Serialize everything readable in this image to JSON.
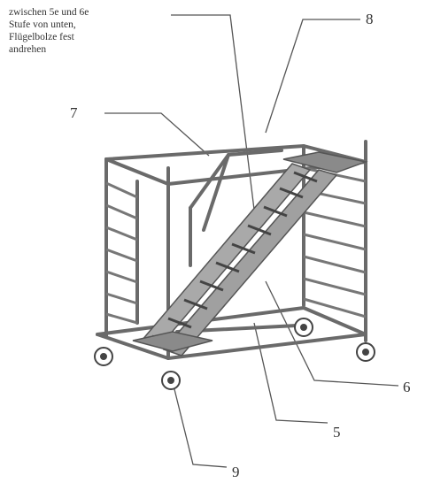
{
  "note": {
    "lines": [
      "zwischen 5e und 6e",
      "Stufe von unten,",
      "Flügelbolze fest",
      "andrehen"
    ]
  },
  "callouts": {
    "c5": "5",
    "c6": "6",
    "c7": "7",
    "c8": "8",
    "c9": "9"
  },
  "colors": {
    "line": "#555555",
    "tube": "#6a6a6a",
    "tube_fill": "#9a9a9a",
    "platform": "#7d7d7d",
    "text": "#333333"
  }
}
